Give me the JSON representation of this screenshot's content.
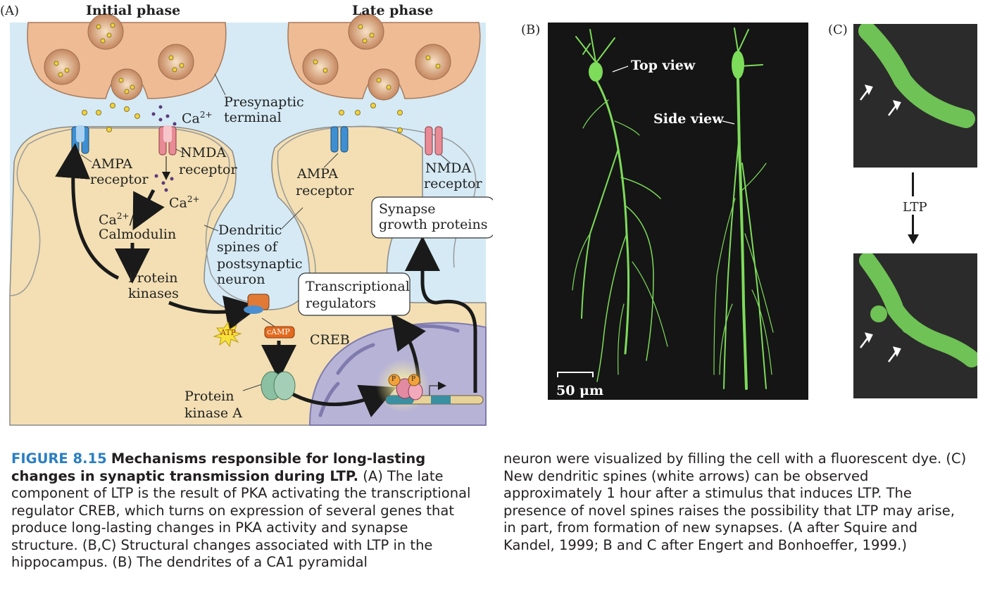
{
  "panelA": {
    "letter": "(A)",
    "initial_title": "Initial phase",
    "late_title": "Late phase",
    "ca": "Ca",
    "ca_sup": "2+",
    "presynaptic_1": "Presynaptic",
    "presynaptic_2": "terminal",
    "ampa_1": "AMPA",
    "ampa_2": "receptor",
    "nmda_1": "NMDA",
    "nmda_2": "receptor",
    "calmod_ca": "Ca",
    "calmod_sup": "2+",
    "calmod_slash": "/",
    "calmodulin": "Calmodulin",
    "protein_kinases_1": "Protein",
    "protein_kinases_2": "kinases",
    "dendritic_1": "Dendritic",
    "dendritic_2": "spines of",
    "dendritic_3": "postsynaptic",
    "dendritic_4": "neuron",
    "late_ampa_1": "AMPA",
    "late_ampa_2": "receptor",
    "late_nmda_1": "NMDA",
    "late_nmda_2": "receptor",
    "synapse_growth_1": "Synapse",
    "synapse_growth_2": "growth proteins",
    "transcriptional_1": "Transcriptional",
    "transcriptional_2": "regulators",
    "atp": "ATP",
    "camp": "cAMP",
    "creb": "CREB",
    "pka_1": "Protein",
    "pka_2": "kinase A",
    "p": "P"
  },
  "panelB": {
    "letter": "(B)",
    "top_view": "Top view",
    "side_view": "Side view",
    "scale": "50 μm"
  },
  "panelC": {
    "letter": "(C)",
    "ltp": "LTP"
  },
  "caption": {
    "fig_num": "FIGURE 8.15",
    "title": "Mechanisms responsible for long-lasting changes in synaptic transmission during LTP.",
    "body_left": "(A) The late component of LTP is the result of PKA activating the transcriptional regulator CREB, which turns on expression of several genes that produce long-lasting changes in PKA activity and synapse structure. (B,C) Structural changes associated with LTP in the hippocampus. (B) The dendrites of a CA1 pyramidal",
    "body_right": "neuron were visualized by filling the cell with a fluorescent dye. (C) New dendritic spines (white arrows) can be observed approximately 1 hour after a stimulus that induces LTP. The presence of novel spines raises the possibility that LTP may arise, in part, from formation of new synapses. (A after Squire and Kandel, 1999; B and C after Engert and Bonhoeffer, 1999.)"
  },
  "colors": {
    "extracellular": "#d5eaf5",
    "cytoplasm": "#f3dfb3",
    "presynaptic": "#eebb95",
    "nucleus": "#b7b3d6",
    "fluorescence": "#7ddc5a",
    "caption_accent": "#2a7fc1"
  }
}
